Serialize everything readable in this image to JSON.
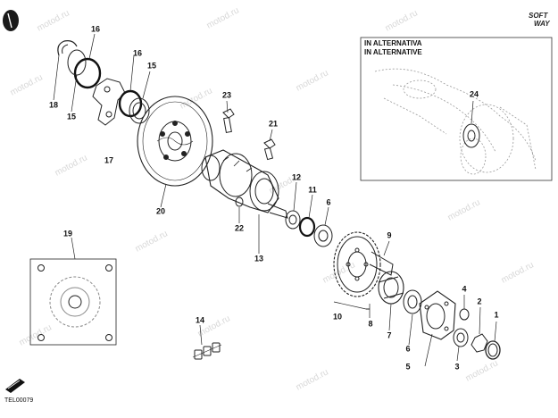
{
  "drawing_code": "TEL00079",
  "brand": {
    "soft": "SOFT",
    "way": "WAY"
  },
  "watermark": "motod.ru",
  "inset": {
    "title_it": "IN ALTERNATIVA",
    "title_en": "IN ALTERNATIVE"
  },
  "callouts": {
    "c16a": "16",
    "c16b": "16",
    "c15a": "15",
    "c18": "18",
    "c15b": "15",
    "c17": "17",
    "c20": "20",
    "c23": "23",
    "c21": "21",
    "c22": "22",
    "c13": "13",
    "c12": "12",
    "c11": "11",
    "c6a": "6",
    "c19": "19",
    "c9": "9",
    "c14": "14",
    "c10": "10",
    "c8": "8",
    "c7": "7",
    "c6b": "6",
    "c5": "5",
    "c4": "4",
    "c2": "2",
    "c1": "1",
    "c3": "3",
    "c24": "24"
  }
}
